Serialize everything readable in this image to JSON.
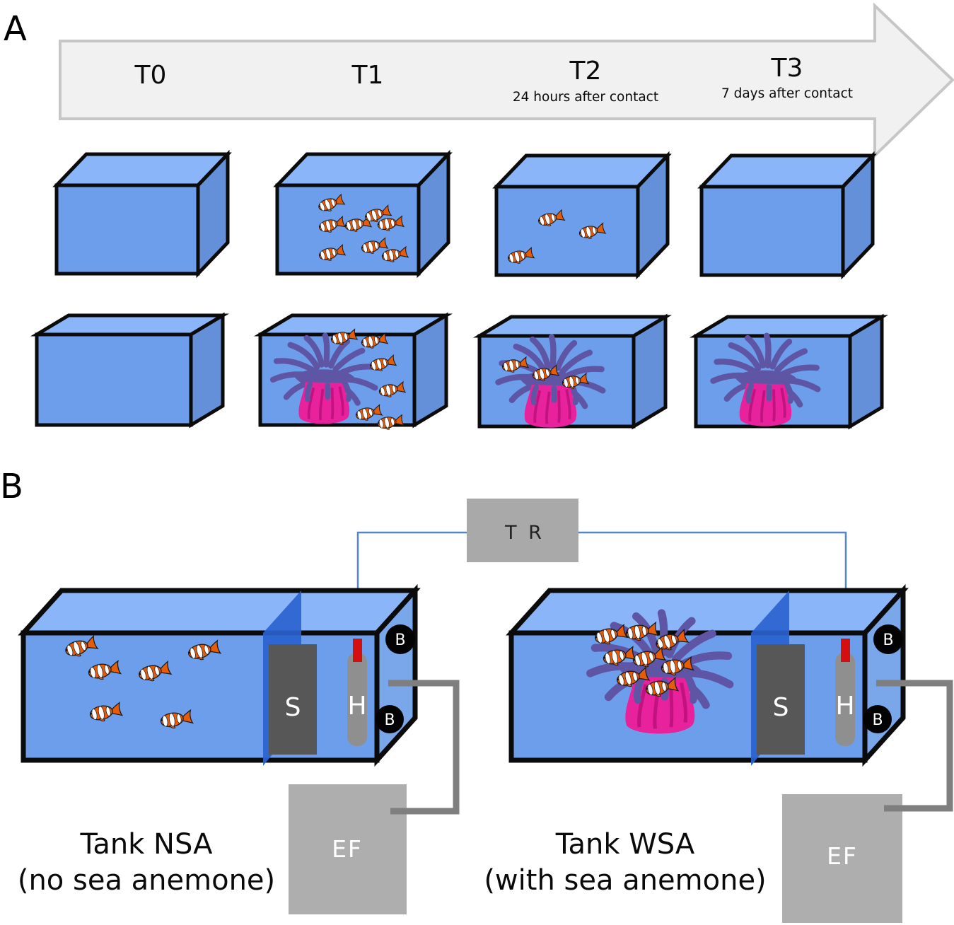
{
  "panel_a": {
    "label": "A",
    "timeline": [
      {
        "label": "T0",
        "sub": ""
      },
      {
        "label": "T1",
        "sub": ""
      },
      {
        "label": "T2",
        "sub": "24 hours after contact"
      },
      {
        "label": "T3",
        "sub": "7 days after contact"
      }
    ],
    "row_fish_only": {
      "fish_counts": [
        0,
        8,
        3,
        0
      ],
      "anemone_present": [
        false,
        false,
        false,
        false
      ]
    },
    "row_with_anemone": {
      "fish_counts": [
        0,
        6,
        3,
        0
      ],
      "anemone_present": [
        false,
        true,
        true,
        true
      ]
    }
  },
  "panel_b": {
    "label": "B",
    "tr_label": "T R",
    "s_label": "S",
    "h_label": "H",
    "b_label": "B",
    "ef_label": "EF",
    "left_tank": {
      "title": "Tank NSA",
      "subtitle": "(no sea anemone)",
      "fish_count": 6,
      "anemone_present": false
    },
    "right_tank": {
      "title": "Tank WSA",
      "subtitle": "(with sea anemone)",
      "fish_count": 8,
      "anemone_present": true
    }
  },
  "colors": {
    "tank_front": "#6d9eeb",
    "tank_top": "#8ab6f9",
    "tank_side_small": "#6390d8",
    "tank_side_large": "#7aa6ea",
    "divider_blue": "#2a63cf",
    "arrow_fill": "#f1f1f1",
    "arrow_border": "#c6c6c6",
    "tr_box_gray": "#a9a9a9",
    "ef_box_gray": "#aeaeae",
    "separator_dark_gray": "#575757",
    "heater_gray": "#8f8f8f",
    "heater_cap_red": "#d40f0f",
    "pipe_gray": "#7f7f7f",
    "wire_blue": "#5585c5",
    "fish_orange": "#e65c09",
    "anemone_pink": "#e8219c",
    "anemone_stripe_pink": "#c0137f",
    "anemone_purple": "#5f55a5"
  }
}
